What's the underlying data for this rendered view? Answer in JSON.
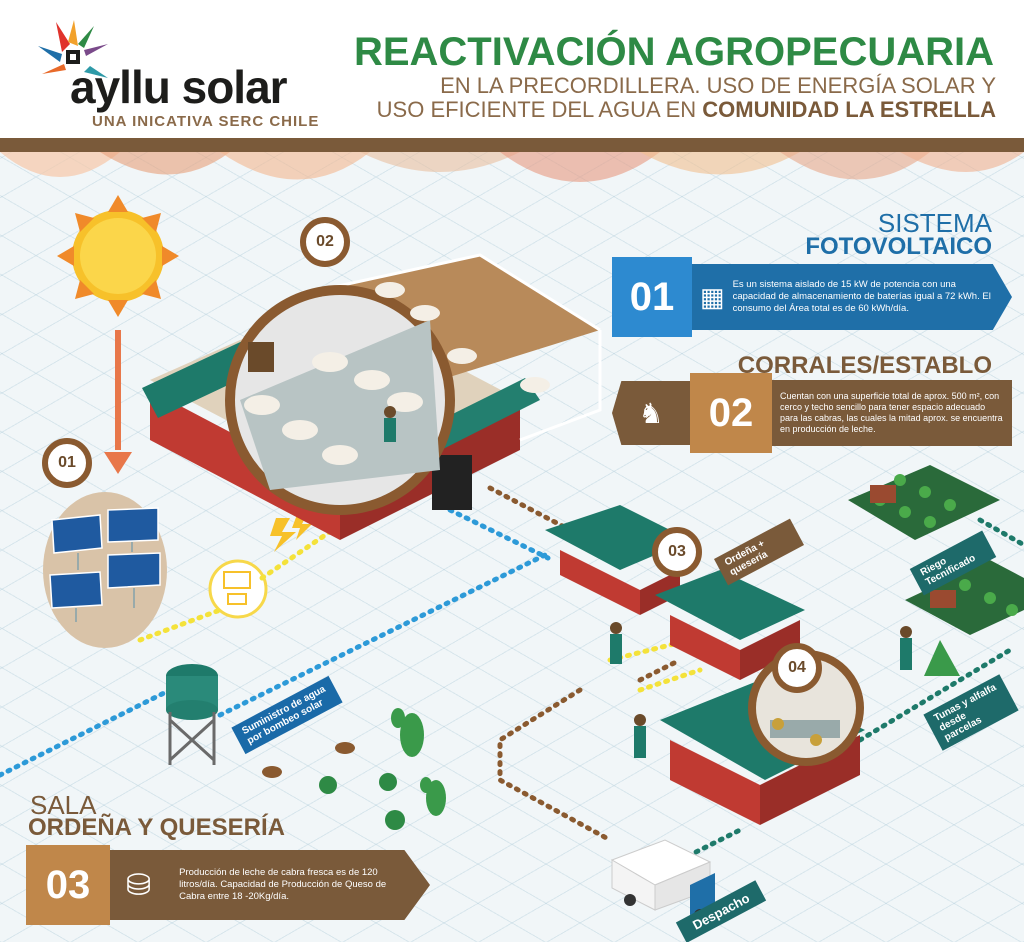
{
  "header": {
    "logo_text": "ayllu solar",
    "logo_sub": "UNA INICATIVA SERC CHILE",
    "title_main": "REACTIVACIÓN AGROPECUARIA",
    "title_sub1": "EN LA PRECORDILLERA. USO DE ENERGÍA SOLAR Y",
    "title_sub2_prefix": "USO EFICIENTE DEL AGUA EN ",
    "title_sub2_bold": "COMUNIDAD LA ESTRELLA"
  },
  "sections": {
    "solar": {
      "heading_1": "SISTEMA",
      "heading_2": "FOTOVOLTAICO",
      "number": "01",
      "text": "Es un sistema aislado de 15 kW de potencia con una capacidad de almacenamiento de baterías igual a 72 kWh. El consumo del Área total es de 60 kWh/día.",
      "icon": "solar-panel-icon"
    },
    "corrales": {
      "heading": "CORRALES/ESTABLO",
      "number": "02",
      "text": "Cuentan con una superficie total de aprox. 500 m², con cerco y techo sencillo para tener espacio adecuado para las cabras, las cuales la mitad aprox. se encuentra en producción de leche.",
      "icon": "goat-icon"
    },
    "sala": {
      "heading_1": "SALA",
      "heading_2": "ORDEÑA Y QUESERÍA",
      "number": "03",
      "text": "Producción de leche de cabra fresca es de 120 litros/día.  Capacidad de Producción de Queso de Cabra entre 18 -20Kg/día.",
      "icon": "milk-can-icon"
    }
  },
  "badges": [
    "01",
    "02",
    "03",
    "04"
  ],
  "ribbons": {
    "ordena": "Ordeña + quesería",
    "riego": "Riego Tecnificado",
    "tunas": "Tunas y alfalfa desde parcelas",
    "suministro": "Suministro de agua por bombeo solar",
    "despacho": "Despacho"
  },
  "colors": {
    "green_title": "#2e8a45",
    "blue_box": "#1f6fa8",
    "brown_box": "#a06a3a",
    "dark_brown": "#7a5a3a",
    "teal_roof": "#1e7a6a",
    "barn_red": "#b83a32"
  }
}
